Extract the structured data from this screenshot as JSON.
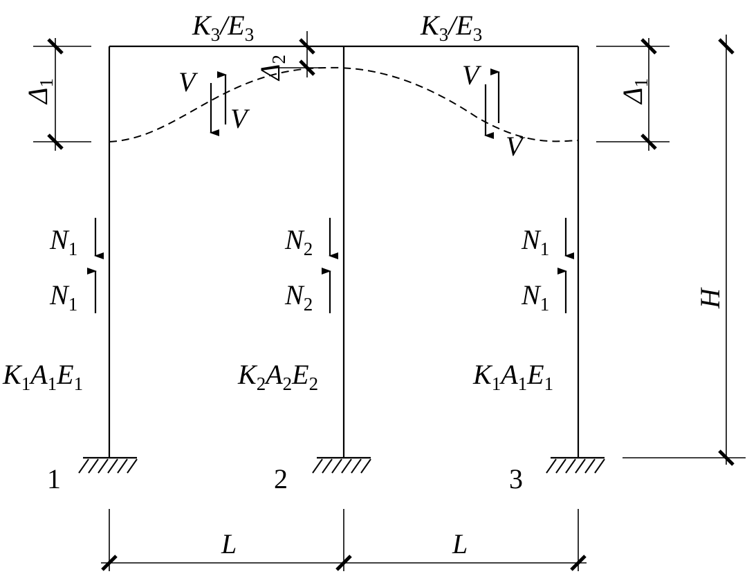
{
  "beam_labels": {
    "left": [
      "K",
      "3",
      "/E",
      "3"
    ],
    "right": [
      "K",
      "3",
      "/E",
      "3"
    ]
  },
  "deflections": {
    "delta1_left": [
      "Δ",
      "1"
    ],
    "delta1_right": [
      "Δ",
      "1"
    ],
    "delta2": [
      "Δ",
      "2"
    ]
  },
  "shear": {
    "v1": "V",
    "v2": "V",
    "v3": "V",
    "v4": "V"
  },
  "axial": {
    "col1_top": [
      "N",
      "1"
    ],
    "col1_bot": [
      "N",
      "1"
    ],
    "col2_top": [
      "N",
      "2"
    ],
    "col2_bot": [
      "N",
      "2"
    ],
    "col3_top": [
      "N",
      "1"
    ],
    "col3_bot": [
      "N",
      "1"
    ]
  },
  "column_props": {
    "col1": [
      "K",
      "1",
      "A",
      "1",
      "E",
      "1"
    ],
    "col2": [
      "K",
      "2",
      "A",
      "2",
      "E",
      "2"
    ],
    "col3": [
      "K",
      "1",
      "A",
      "1",
      "E",
      "1"
    ]
  },
  "supports": {
    "s1": "1",
    "s2": "2",
    "s3": "3"
  },
  "dimensions": {
    "span_left": "L",
    "span_right": "L",
    "height": "H"
  }
}
